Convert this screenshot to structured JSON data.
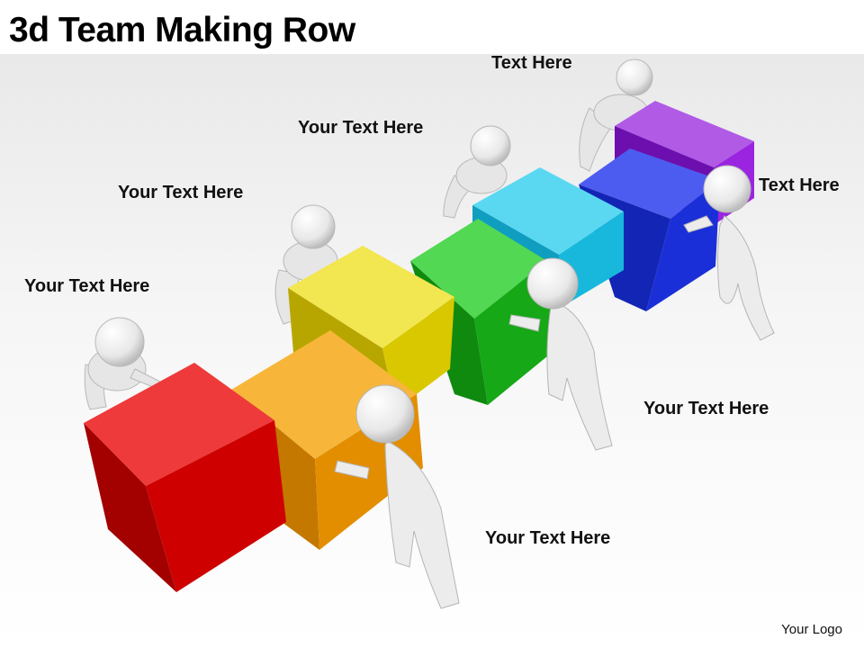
{
  "title": "3d Team Making Row",
  "labels": [
    "Text Here",
    "Your Text Here",
    "Your Text Here",
    "Text Here",
    "Your Text Here",
    "Your Text Here",
    "Your Text Here"
  ],
  "logo": "Your Logo",
  "cube_colors": {
    "red": "#d40000",
    "orange": "#f29a00",
    "yellow": "#ead800",
    "green": "#1bc41b",
    "cyan": "#1ec7e6",
    "blue": "#1a2ee0",
    "purple": "#8f16d8"
  }
}
